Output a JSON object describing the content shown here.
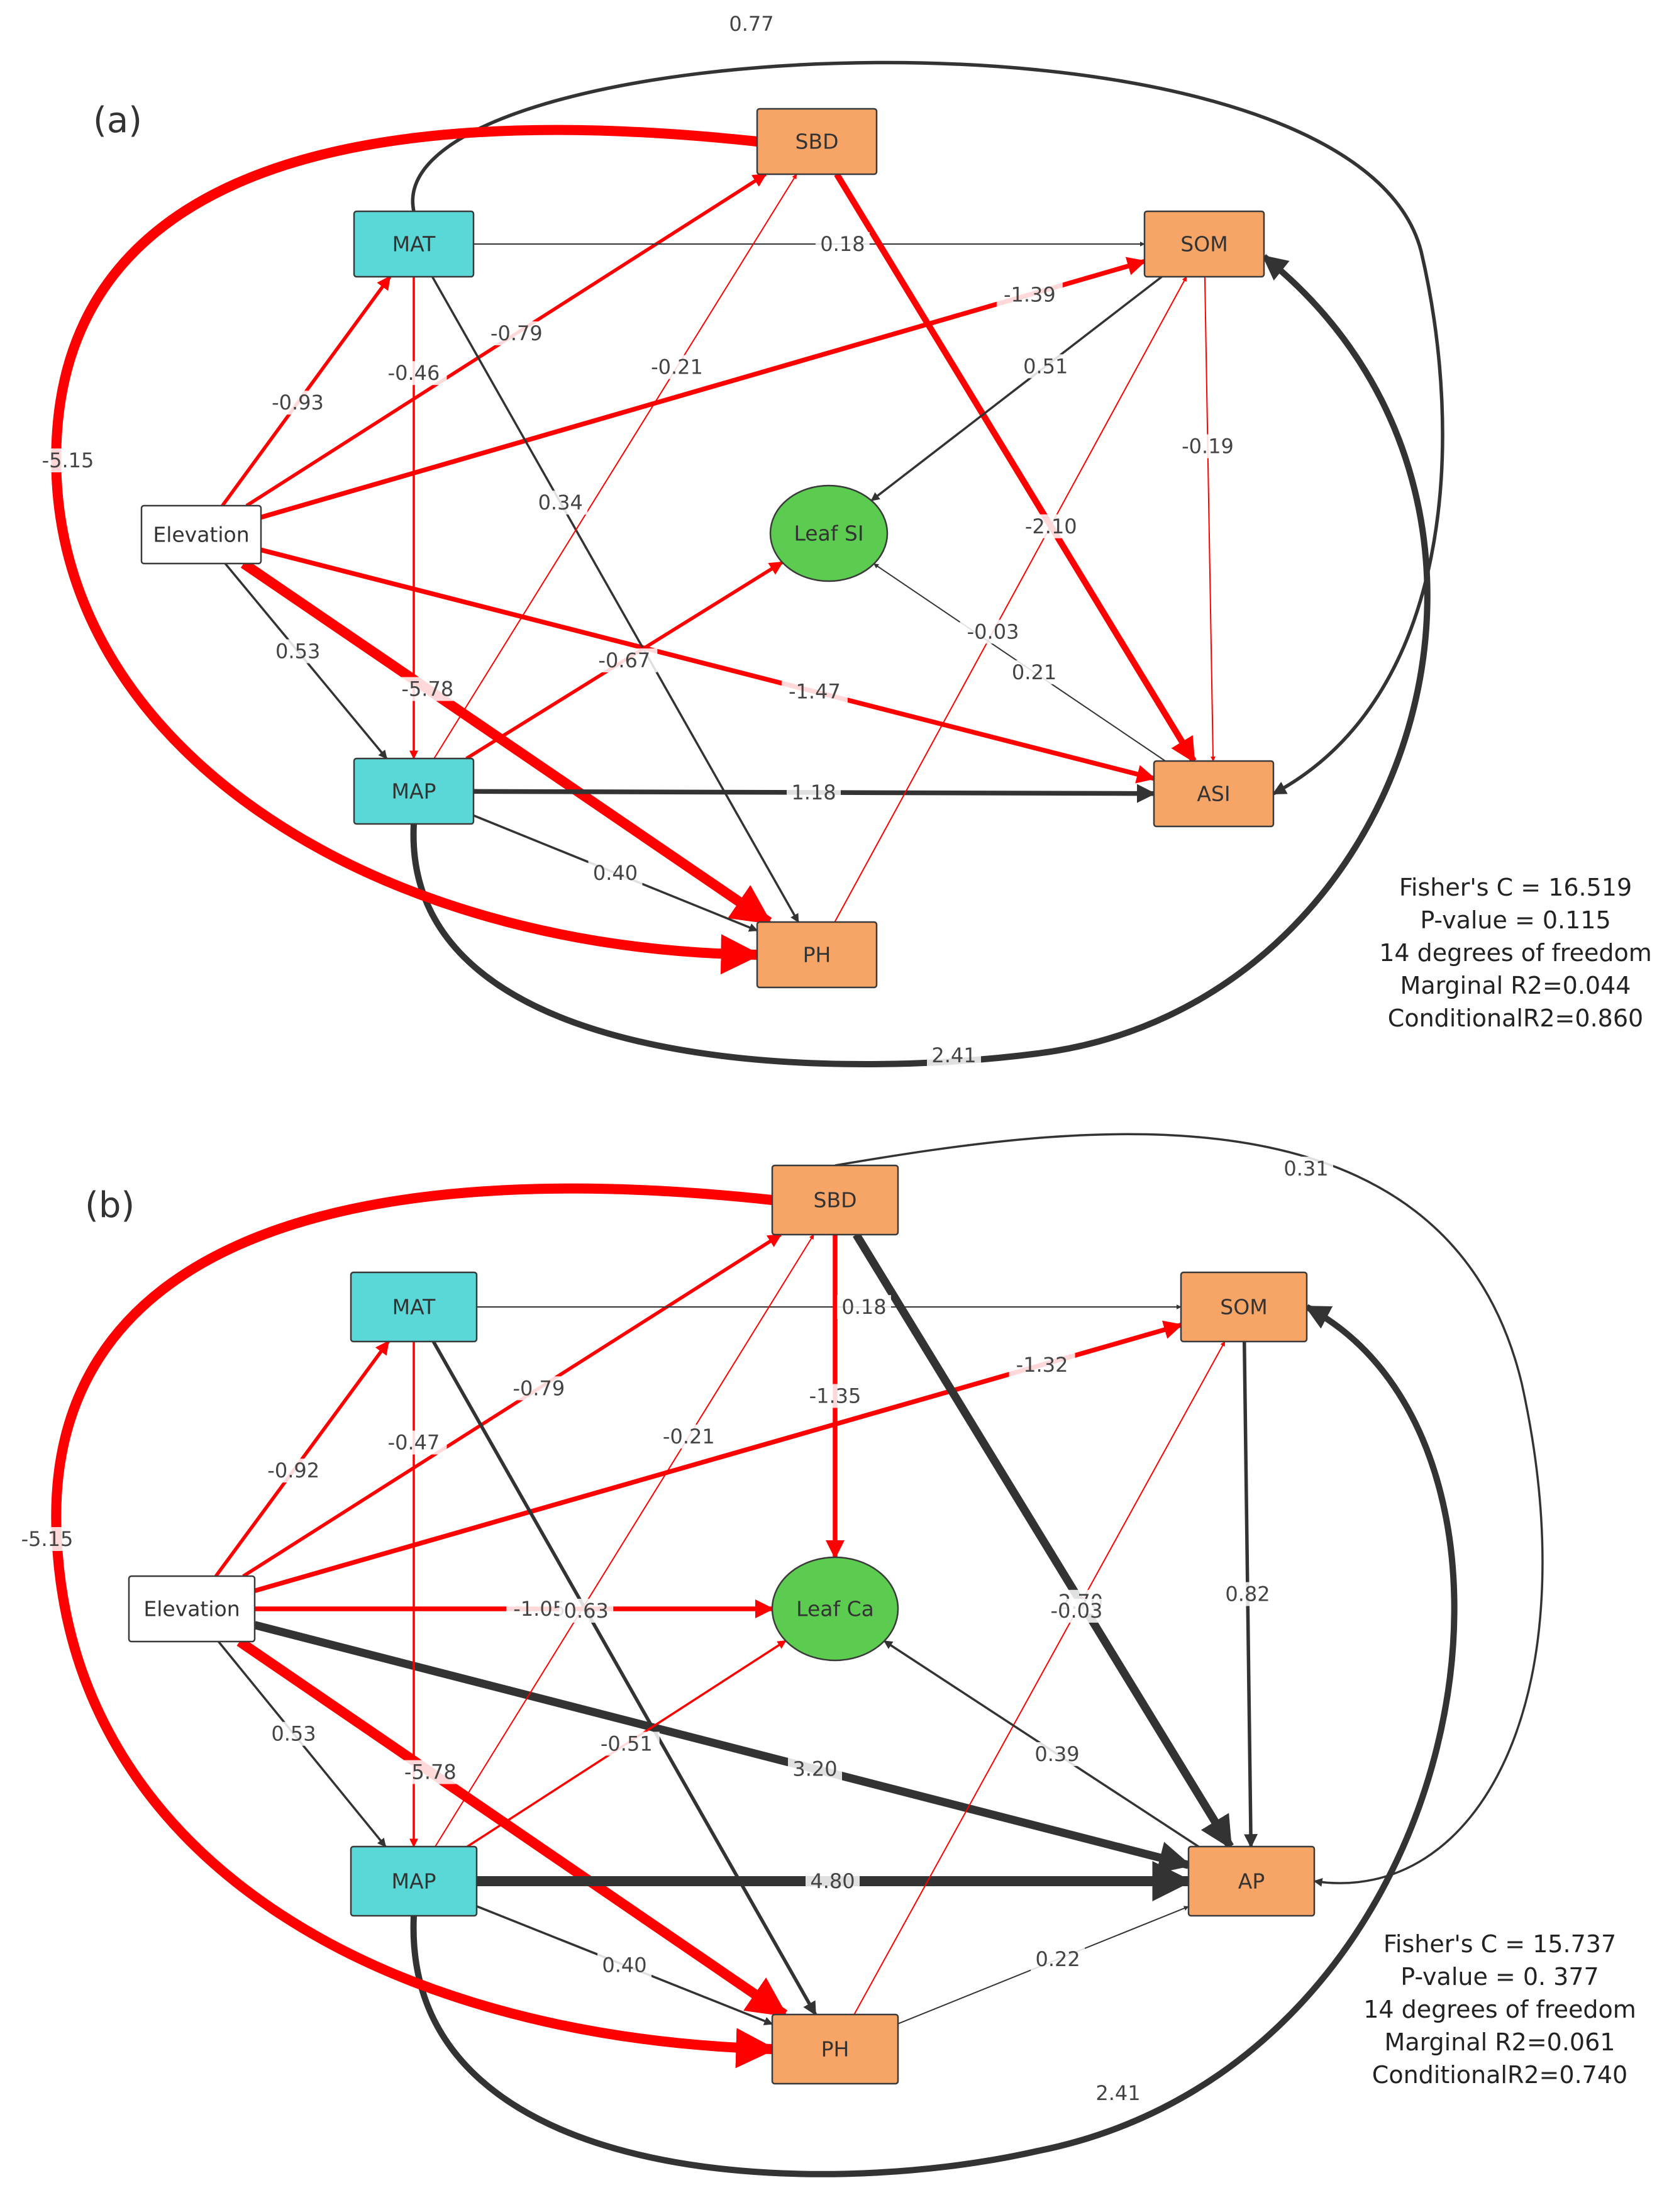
{
  "colors": {
    "positive": "#333333",
    "negative": "#ff0000",
    "climate": "#5ad8d8",
    "soil": "#f6a567",
    "leaf": "#5bcc4f",
    "elevation": "#ffffff"
  },
  "panels": [
    {
      "label": "(a)",
      "nodes": {
        "elevation": "Elevation",
        "mat": "MAT",
        "map": "MAP",
        "sbd": "SBD",
        "som": "SOM",
        "ph": "PH",
        "asi": "ASI",
        "leaf": "Leaf SI"
      },
      "edges": [
        {
          "from": "Elevation",
          "to": "MAT",
          "label": "-0.93",
          "value": -0.93
        },
        {
          "from": "Elevation",
          "to": "MAP",
          "label": "0.53",
          "value": 0.53
        },
        {
          "from": "Elevation",
          "to": "SBD",
          "label": "-0.79",
          "value": -0.79
        },
        {
          "from": "Elevation",
          "to": "SOM",
          "label": "-1.39",
          "value": -1.39
        },
        {
          "from": "Elevation",
          "to": "ASI",
          "label": "-1.47",
          "value": -1.47
        },
        {
          "from": "Elevation",
          "to": "PH",
          "label": "-5.78",
          "value": -5.78
        },
        {
          "from": "MAT",
          "to": "MAP",
          "label": "-0.46",
          "value": -0.46
        },
        {
          "from": "MAT",
          "to": "SOM",
          "label": "0.18",
          "value": 0.18
        },
        {
          "from": "MAT",
          "to": "PH",
          "label": "0.34",
          "value": 0.34
        },
        {
          "from": "MAT",
          "to": "ASI",
          "label": "0.77",
          "value": 0.77
        },
        {
          "from": "MAP",
          "to": "SBD",
          "label": "-0.21",
          "value": -0.21
        },
        {
          "from": "MAP",
          "to": "Leaf SI",
          "label": "-0.67",
          "value": -0.67
        },
        {
          "from": "MAP",
          "to": "ASI",
          "label": "1.18",
          "value": 1.18
        },
        {
          "from": "MAP",
          "to": "PH",
          "label": "0.40",
          "value": 0.4
        },
        {
          "from": "MAP",
          "to": "SOM",
          "label": "2.41",
          "value": 2.41
        },
        {
          "from": "SBD",
          "to": "PH",
          "label": "-5.15",
          "value": -5.15
        },
        {
          "from": "SBD",
          "to": "ASI",
          "label": "-2.10",
          "value": -2.1
        },
        {
          "from": "SOM",
          "to": "Leaf SI",
          "label": "0.51",
          "value": 0.51
        },
        {
          "from": "SOM",
          "to": "ASI",
          "label": "-0.19",
          "value": -0.19
        },
        {
          "from": "PH",
          "to": "SOM",
          "label": "-0.03",
          "value": -0.03
        },
        {
          "from": "ASI",
          "to": "Leaf SI",
          "label": "0.21",
          "value": 0.21
        }
      ],
      "stats": [
        "Fisher's C = 16.519",
        "P-value = 0.115",
        "14 degrees of freedom",
        "Marginal R2=0.044",
        "ConditionalR2=0.860"
      ]
    },
    {
      "label": "(b)",
      "nodes": {
        "elevation": "Elevation",
        "mat": "MAT",
        "map": "MAP",
        "sbd": "SBD",
        "som": "SOM",
        "ph": "PH",
        "ap": "AP",
        "leaf": "Leaf Ca"
      },
      "edges": [
        {
          "from": "Elevation",
          "to": "MAT",
          "label": "-0.92",
          "value": -0.92
        },
        {
          "from": "Elevation",
          "to": "MAP",
          "label": "0.53",
          "value": 0.53
        },
        {
          "from": "Elevation",
          "to": "SBD",
          "label": "-0.79",
          "value": -0.79
        },
        {
          "from": "Elevation",
          "to": "SOM",
          "label": "-1.32",
          "value": -1.32
        },
        {
          "from": "Elevation",
          "to": "Leaf Ca",
          "label": "-1.05",
          "value": -1.05
        },
        {
          "from": "Elevation",
          "to": "AP",
          "label": "3.20",
          "value": 3.2
        },
        {
          "from": "Elevation",
          "to": "PH",
          "label": "-5.78",
          "value": -5.78
        },
        {
          "from": "MAT",
          "to": "MAP",
          "label": "-0.47",
          "value": -0.47
        },
        {
          "from": "MAT",
          "to": "SOM",
          "label": "0.18",
          "value": 0.18
        },
        {
          "from": "MAT",
          "to": "PH",
          "label": "0.63",
          "value": 0.63
        },
        {
          "from": "MAP",
          "to": "SBD",
          "label": "-0.21",
          "value": -0.21
        },
        {
          "from": "MAP",
          "to": "Leaf Ca",
          "label": "-0.51",
          "value": -0.51
        },
        {
          "from": "MAP",
          "to": "AP",
          "label": "4.80",
          "value": 4.8
        },
        {
          "from": "MAP",
          "to": "PH",
          "label": "0.40",
          "value": 0.4
        },
        {
          "from": "MAP",
          "to": "SOM",
          "label": "2.41",
          "value": 2.41
        },
        {
          "from": "SBD",
          "to": "PH",
          "label": "-5.15",
          "value": -5.15
        },
        {
          "from": "SBD",
          "to": "Leaf Ca",
          "label": "-1.35",
          "value": -1.35
        },
        {
          "from": "SBD",
          "to": "AP",
          "label": "2.70",
          "value": 2.7
        },
        {
          "from": "SBD",
          "to": "AP",
          "label": "0.31",
          "value": 0.31
        },
        {
          "from": "SOM",
          "to": "AP",
          "label": "0.82",
          "value": 0.82
        },
        {
          "from": "PH",
          "to": "SOM",
          "label": "-0.03",
          "value": -0.03
        },
        {
          "from": "PH",
          "to": "AP",
          "label": "0.22",
          "value": 0.22
        },
        {
          "from": "AP",
          "to": "Leaf Ca",
          "label": "0.39",
          "value": 0.39
        }
      ],
      "stats": [
        "Fisher's C = 15.737",
        "P-value = 0. 377",
        "14 degrees of freedom",
        "Marginal R2=0.061",
        "ConditionalR2=0.740"
      ]
    }
  ]
}
